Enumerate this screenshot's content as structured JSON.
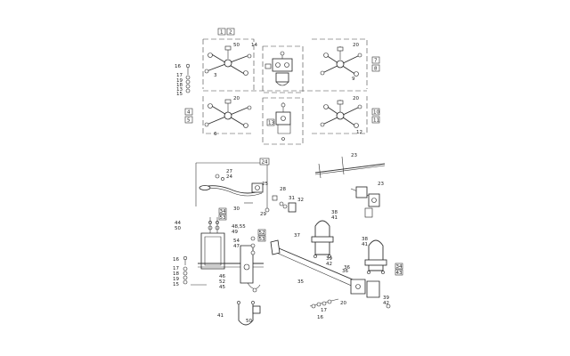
{
  "sections": {
    "top": {
      "header_boxes": [
        "1",
        "2"
      ],
      "right_boxes_upper": [
        "7",
        "8"
      ],
      "right_boxes_lower": [
        "10",
        "11"
      ],
      "left_boxes": [
        "4",
        "5"
      ],
      "center_box_lower": "13",
      "callouts": {
        "tl_50": "50",
        "tl_14": "14",
        "tl_3": "3",
        "tl_16": "16",
        "tl_17": "17",
        "tl_19": "19",
        "tl_18": "18",
        "tl_13": "13",
        "tl_15": "15",
        "tr_20": "20",
        "tr_9": "9",
        "bl_20": "20",
        "bl_6": "6",
        "br_20": "20",
        "br_12": "12"
      }
    },
    "middle": {
      "cable_box": "24",
      "callouts": {
        "c27": "27",
        "c24": "24",
        "c25": "25",
        "c28": "28",
        "c31": "31",
        "c32": "32",
        "c30": "30",
        "c29": "29",
        "c23a": "23",
        "c23b": "23"
      }
    },
    "lower_left": {
      "boxes_a": [
        "34",
        "53"
      ],
      "boxes_b": [
        "52",
        "53"
      ],
      "callouts": {
        "l44": "44",
        "l50": "50",
        "l4955": "48,55",
        "l49": "49",
        "l54": "54",
        "l47": "47",
        "l16": "16",
        "l17": "17",
        "l18": "18",
        "l19": "19",
        "l15": "15",
        "l46": "46",
        "l52": "52",
        "l45": "45",
        "l41": "41",
        "l50b": "50"
      }
    },
    "lower_right": {
      "box_right": [
        "34",
        "43"
      ],
      "callouts": {
        "r38": "38",
        "r41": "41",
        "r37": "37",
        "r39": "39",
        "r42": "42",
        "r36": "36",
        "r35": "35",
        "r38b": "38",
        "r41b": "41",
        "r36b": "36",
        "r17": "17",
        "r20": "20",
        "r16": "16",
        "r39b": "39",
        "r42b": "42"
      }
    }
  }
}
